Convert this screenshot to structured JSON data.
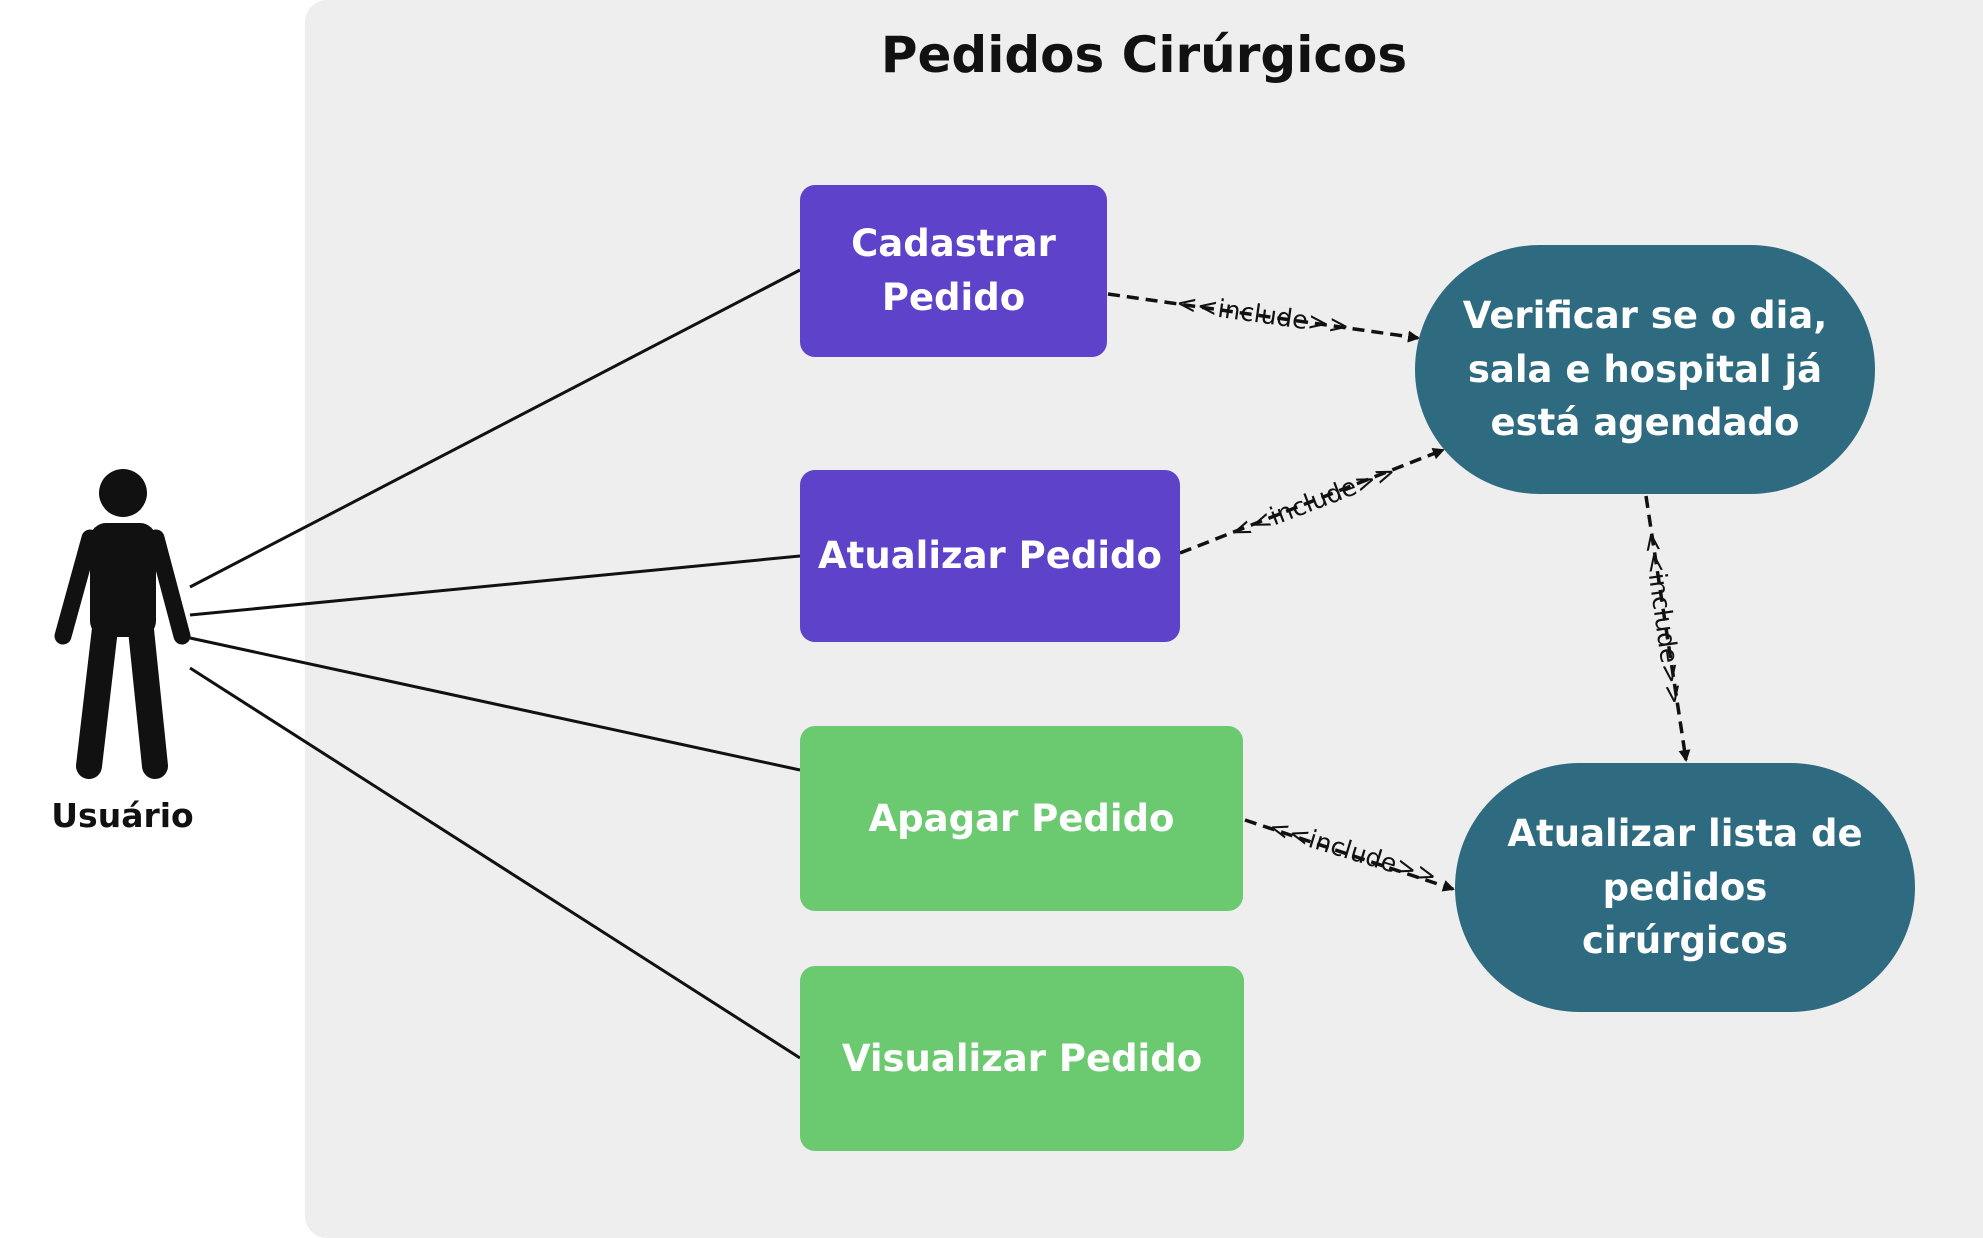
{
  "diagram": {
    "title": "Pedidos Cirúrgicos",
    "actor": {
      "label": "Usuário"
    },
    "use_cases": {
      "cadastrar": "Cadastrar Pedido",
      "atualizar": "Atualizar Pedido",
      "apagar": "Apagar Pedido",
      "visualizar": "Visualizar Pedido",
      "verificar": "Verificar se o dia, sala e hospital já está agendado",
      "atualizar_lista": "Atualizar lista de pedidos cirúrgicos"
    },
    "include_label": "<<include>>",
    "colors": {
      "purple": "#5e42c9",
      "green": "#6bca70",
      "teal": "#2e6b80",
      "system_background": "#eeeeee"
    }
  }
}
